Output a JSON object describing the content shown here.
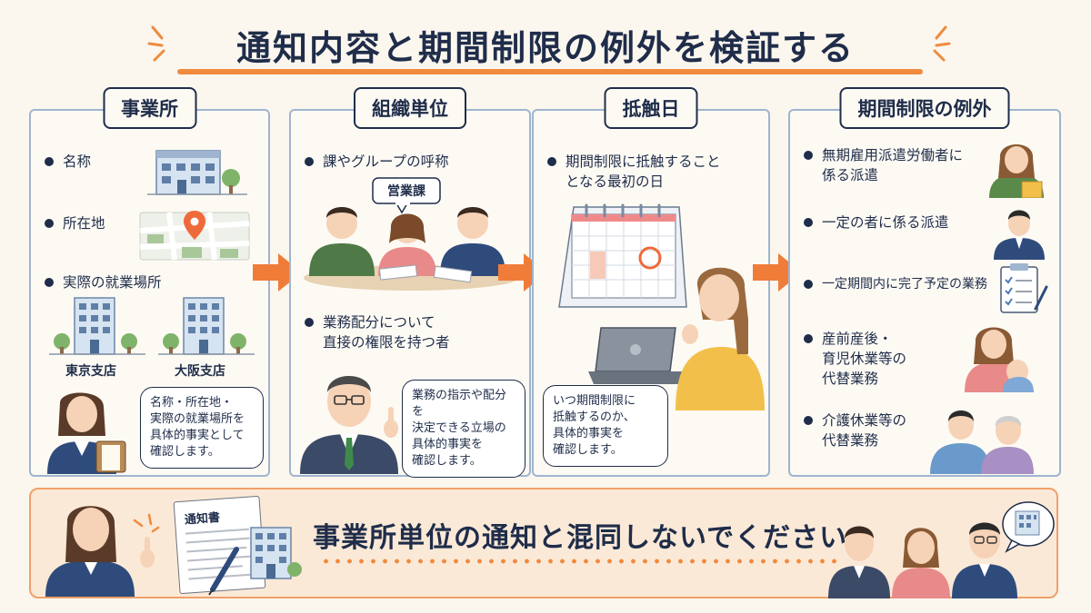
{
  "title": "通知内容と期間制限の例外を検証する",
  "colors": {
    "navy": "#1f2d4a",
    "accent_orange": "#f08a3e",
    "panel_border": "#9fb5cf",
    "background": "#fbf6ee"
  },
  "panels": [
    {
      "heading": "事業所",
      "bullets": [
        "名称",
        "所在地",
        "実際の就業場所"
      ],
      "captions": [
        "東京支店",
        "大阪支店"
      ],
      "bubble": "名称・所在地・\n実際の就業場所を\n具体的事実として\n確認します。"
    },
    {
      "heading": "組織単位",
      "bullets": [
        "課やグループの呼称",
        "業務配分について\n直接の権限を持つ者"
      ],
      "sign": "営業課",
      "bubble": "業務の指示や配分を\n決定できる立場の\n具体的事実を\n確認します。"
    },
    {
      "heading": "抵触日",
      "bullets": [
        "期間制限に抵触すること\nとなる最初の日"
      ],
      "bubble": "いつ期間制限に\n抵触するのか、\n具体的事実を\n確認します。"
    },
    {
      "heading": "期間制限の例外",
      "bullets": [
        "無期雇用派遣労働者に\n係る派遣",
        "一定の者に係る派遣",
        "一定期間内に完了予定の業務",
        "産前産後・\n育児休業等の\n代替業務",
        "介護休業等の\n代替業務"
      ]
    }
  ],
  "bottom": {
    "notice_label": "通知書",
    "message": "事業所単位の通知と混同しないでください"
  },
  "icons": [
    "office-building-icon",
    "map-pin-icon",
    "arrow-right-icon",
    "calendar-icon",
    "laptop-icon",
    "clipboard-checklist-icon",
    "pen-icon"
  ]
}
